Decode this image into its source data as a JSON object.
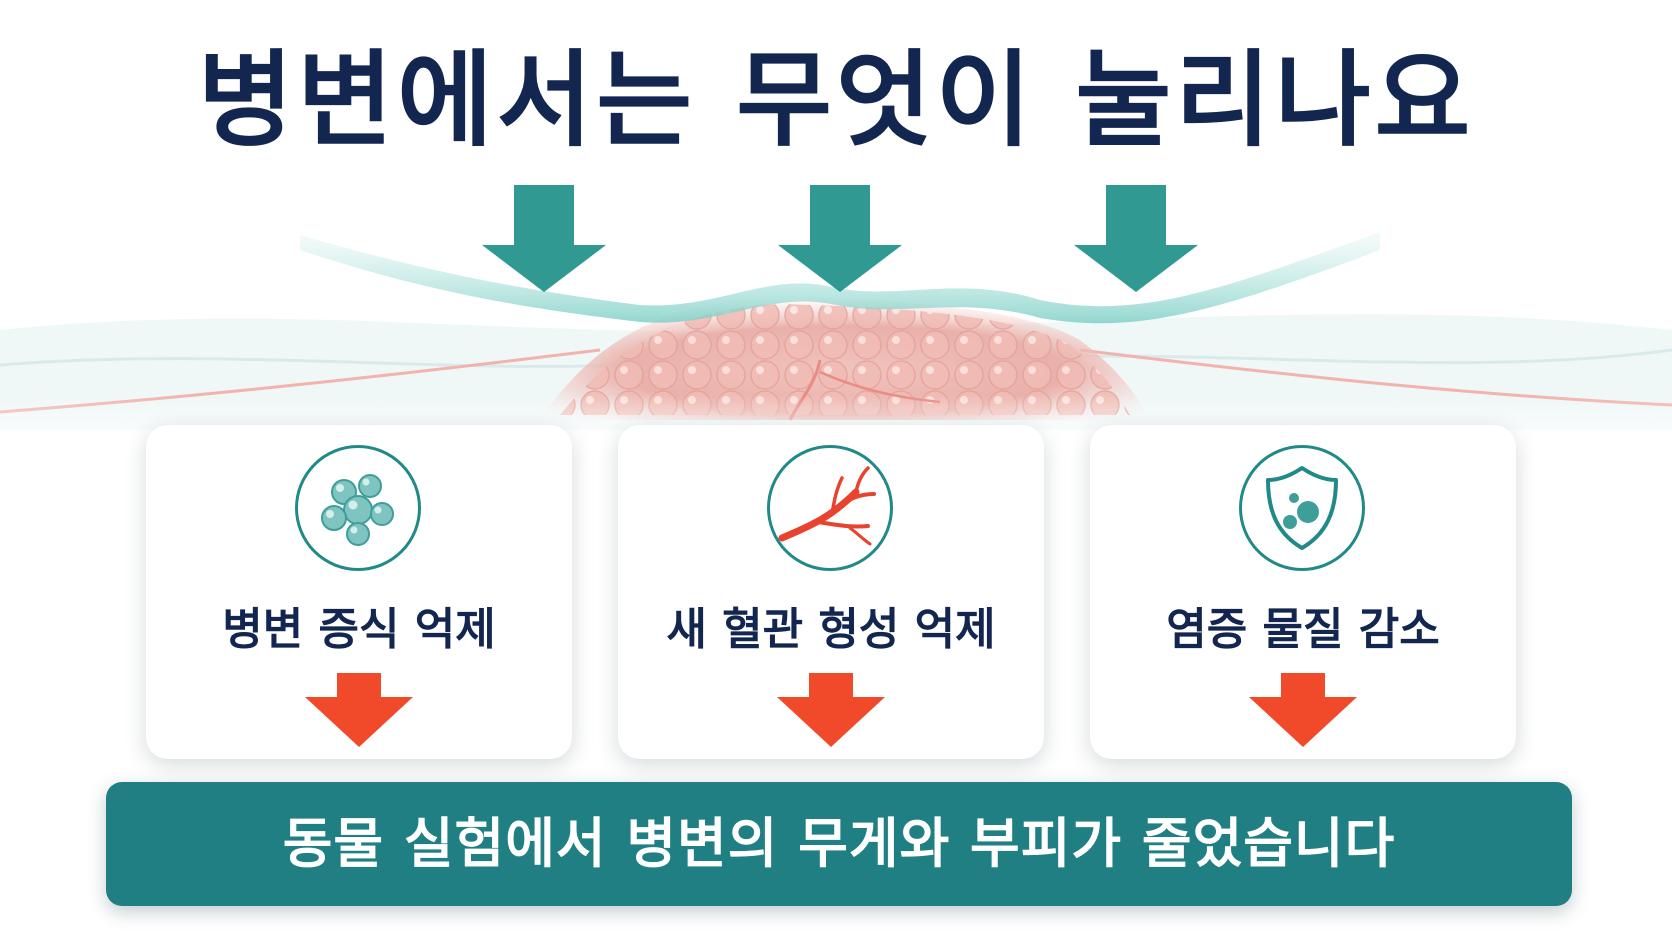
{
  "title": "병변에서는 무엇이 눌리나요",
  "cards": [
    {
      "label": "병변 증식 억제",
      "icon": "cell-cluster-icon"
    },
    {
      "label": "새 혈관 형성 억제",
      "icon": "blood-vessel-icon"
    },
    {
      "label": "염증 물질 감소",
      "icon": "shield-icon"
    }
  ],
  "banner": {
    "text": "동물 실험에서 병변의 무게와 부피가 줄었습니다"
  },
  "colors": {
    "title": "#13264f",
    "accent_teal": "#1f7f82",
    "arrow_teal": "#1a8f86",
    "arrow_red": "#f04a2b",
    "vessel_red": "#e8432e"
  }
}
